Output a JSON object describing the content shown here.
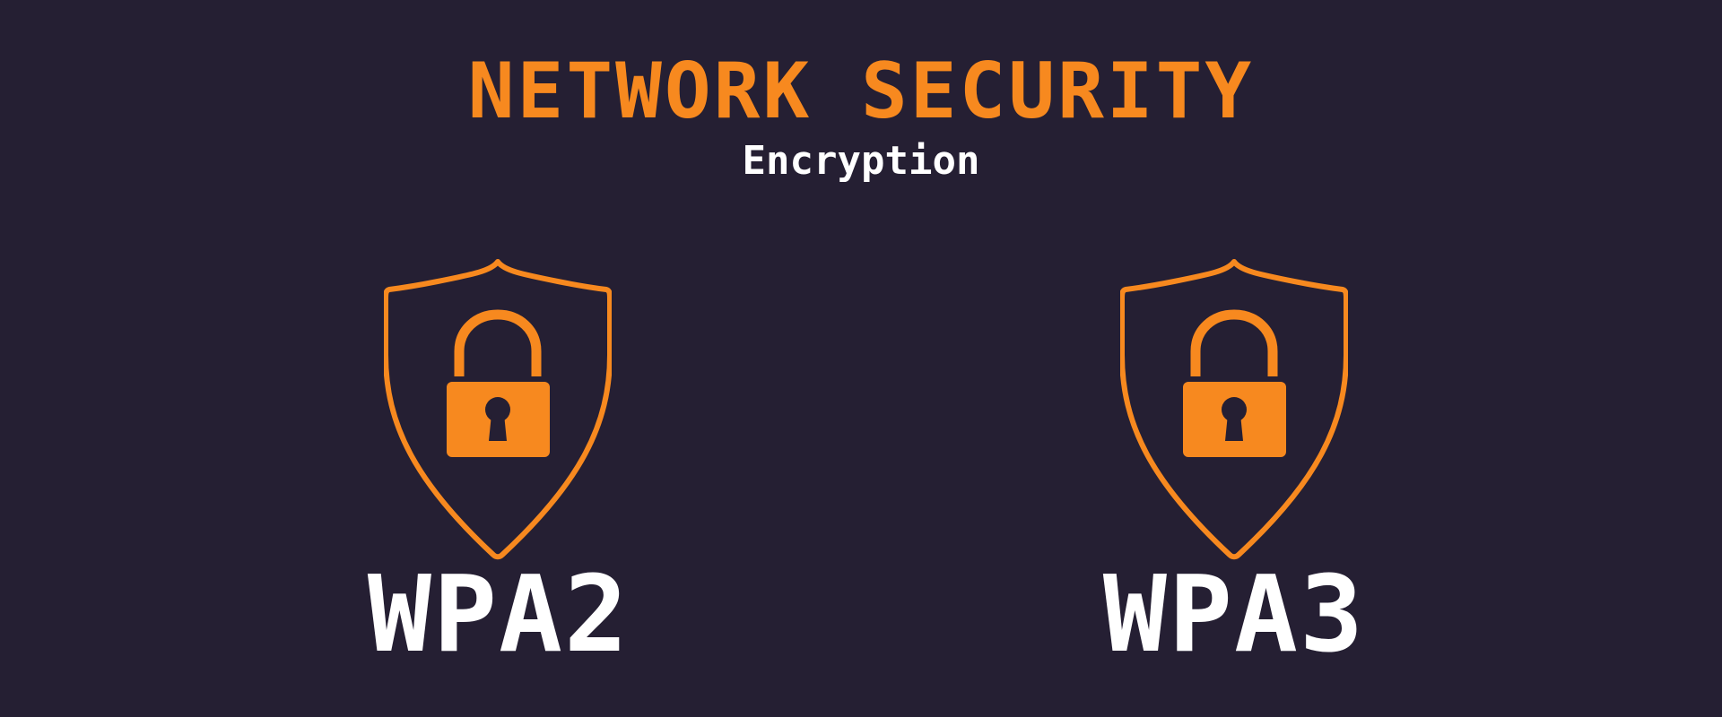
{
  "header": {
    "title": "NETWORK SECURITY",
    "subtitle": "Encryption"
  },
  "items": [
    {
      "label": "WPA2",
      "icon": "shield-lock-icon"
    },
    {
      "label": "WPA3",
      "icon": "shield-lock-icon"
    }
  ],
  "colors": {
    "background": "#251f33",
    "accent": "#f7891f",
    "text": "#ffffff"
  }
}
